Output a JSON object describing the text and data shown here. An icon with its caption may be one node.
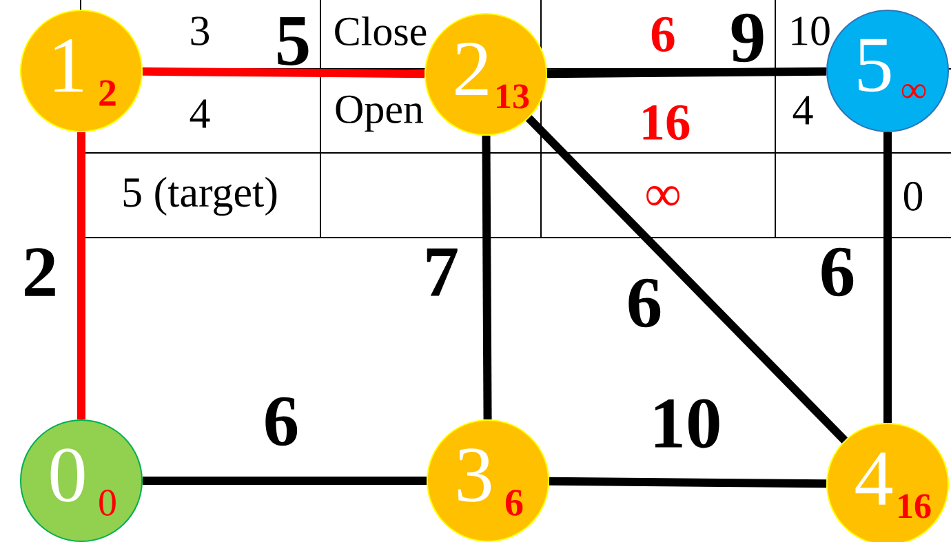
{
  "diagram": {
    "nodes": [
      {
        "text": [
          "0",
          "0"
        ]
      },
      {
        "text": [
          "1",
          "2"
        ]
      },
      {
        "text": [
          "2",
          "13"
        ]
      },
      {
        "text": [
          "3",
          "6"
        ]
      },
      {
        "text": [
          "4",
          "16"
        ]
      },
      {
        "text": [
          "5",
          "∞"
        ]
      }
    ],
    "edges": [
      {
        "from": 1,
        "to": 2,
        "arrow": "none",
        "label": "5",
        "color": "#ff0000"
      },
      {
        "from": 2,
        "to": 5,
        "arrow": "none",
        "label": "9"
      },
      {
        "from": 0,
        "to": 1,
        "arrow": "none",
        "label": "2",
        "color": "#ff0000"
      },
      {
        "from": 2,
        "to": 3,
        "arrow": "none",
        "label": "7"
      },
      {
        "from": 2,
        "to": 4,
        "arrow": "none",
        "label": "6"
      },
      {
        "from": 5,
        "to": 4,
        "arrow": "none",
        "label": "6"
      },
      {
        "from": 0,
        "to": 3,
        "arrow": "none",
        "label": "6"
      },
      {
        "from": 3,
        "to": 4,
        "arrow": "none",
        "label": "10"
      }
    ],
    "labels": [
      "3",
      "Close",
      "6",
      "10",
      "4",
      "Open",
      "16",
      "4",
      "5 (target)",
      "∞",
      "0"
    ]
  }
}
